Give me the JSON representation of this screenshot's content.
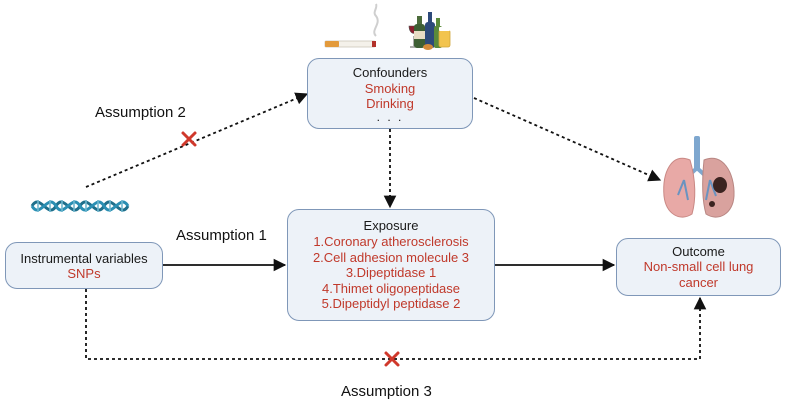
{
  "confounders": {
    "title": "Confounders",
    "items": [
      "Smoking",
      "Drinking"
    ],
    "ellipsis": ". . ."
  },
  "exposure": {
    "title": "Exposure",
    "items": [
      "1.Coronary atherosclerosis",
      "2.Cell adhesion molecule 3",
      "3.Dipeptidase 1",
      "4.Thimet oligopeptidase",
      "5.Dipeptidyl peptidase 2"
    ]
  },
  "instrument": {
    "title": "Instrumental variables",
    "item": "SNPs"
  },
  "outcome": {
    "title": "Outcome",
    "lines": [
      "Non-small cell lung",
      "cancer"
    ]
  },
  "assumptions": {
    "a1": "Assumption 1",
    "a2": "Assumption 2",
    "a3": "Assumption 3"
  },
  "icons": [
    "cigarette-icon",
    "bottles-icon",
    "dna-icon",
    "lungs-icon",
    "cross-mark-icon"
  ],
  "colors": {
    "box_fill": "#edf2f8",
    "box_border": "#7f97b8",
    "item_text": "#c0392b",
    "cross": "#d0382b",
    "dna": "#1f6f8b"
  }
}
